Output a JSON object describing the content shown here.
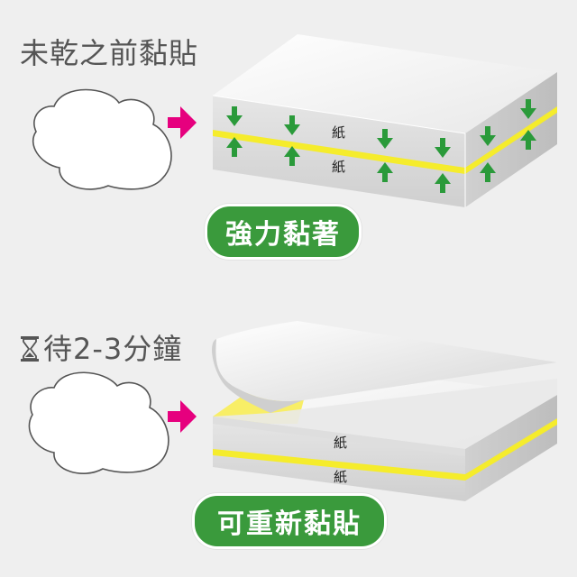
{
  "steps": [
    {
      "caption": "未乾之前黏貼",
      "badge": "強力黏著",
      "paper_labels": [
        "紙",
        "紙"
      ]
    },
    {
      "caption": "待2-3分鐘",
      "badge": "可重新黏貼",
      "paper_labels": [
        "紙",
        "紙"
      ]
    }
  ],
  "colors": {
    "arrow": "#e6007e",
    "badge": "#3a9a3c",
    "glue": "#f5ec2c",
    "press_arrow": "#2a9a3a"
  },
  "icons": [
    "hourglass-icon",
    "right-arrow-icon",
    "down-arrow-icon",
    "up-arrow-icon"
  ]
}
